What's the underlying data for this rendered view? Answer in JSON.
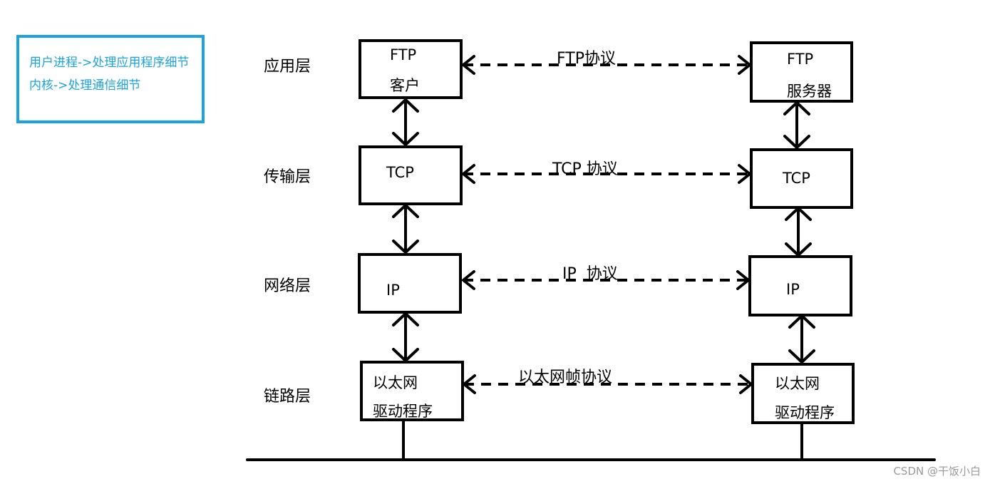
{
  "note": {
    "line1": "用户进程->处理应用程序细节",
    "line2": "内核->处理通信细节"
  },
  "layers": {
    "application": "应用层",
    "transport": "传输层",
    "network": "网络层",
    "link": "链路层"
  },
  "left_stack": {
    "app_line1": "FTP",
    "app_line2": "客户",
    "transport": "TCP",
    "network": "IP",
    "link_line1": "以太网",
    "link_line2": "驱动程序"
  },
  "right_stack": {
    "app_line1": "FTP",
    "app_line2": "服务器",
    "transport": "TCP",
    "network": "IP",
    "link_line1": "以太网",
    "link_line2": "驱动程序"
  },
  "protocols": {
    "application": "FTP协议",
    "transport": "TCP 协议",
    "network": "IP  协议",
    "link": "以太网帧协议"
  },
  "watermark": "CSDN @干饭小白",
  "colors": {
    "note_border": "#1aa3dc",
    "note_text": "#1aa3dc",
    "line": "#000000"
  }
}
